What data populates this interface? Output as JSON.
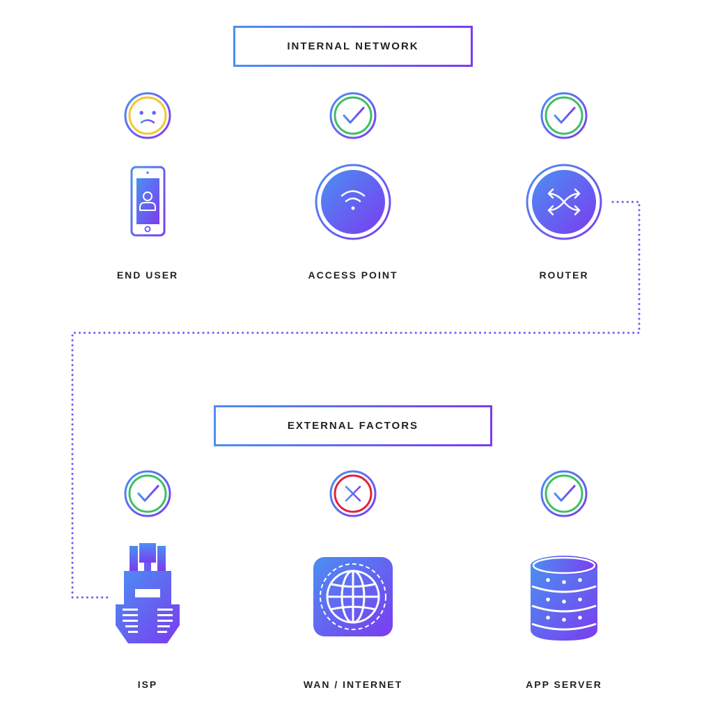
{
  "colors": {
    "gradient_start": "#4b8ff2",
    "gradient_end": "#7b3cf0",
    "status_ok": "#3cc061",
    "status_warn": "#f5c531",
    "status_error": "#e0233a",
    "text": "#222222"
  },
  "internal": {
    "title": "INTERNAL NETWORK",
    "nodes": [
      {
        "label": "END USER",
        "icon": "smartphone-user-icon",
        "status": "warning",
        "status_icon": "sad-face-icon"
      },
      {
        "label": "ACCESS POINT",
        "icon": "wifi-icon",
        "status": "ok",
        "status_icon": "checkmark-icon"
      },
      {
        "label": "ROUTER",
        "icon": "router-shuffle-icon",
        "status": "ok",
        "status_icon": "checkmark-icon"
      }
    ]
  },
  "external": {
    "title": "EXTERNAL FACTORS",
    "nodes": [
      {
        "label": "ISP",
        "icon": "ethernet-connector-icon",
        "status": "ok",
        "status_icon": "checkmark-icon"
      },
      {
        "label": "WAN / INTERNET",
        "icon": "globe-icon",
        "status": "error",
        "status_icon": "x-icon"
      },
      {
        "label": "APP SERVER",
        "icon": "database-server-icon",
        "status": "ok",
        "status_icon": "checkmark-icon"
      }
    ]
  }
}
